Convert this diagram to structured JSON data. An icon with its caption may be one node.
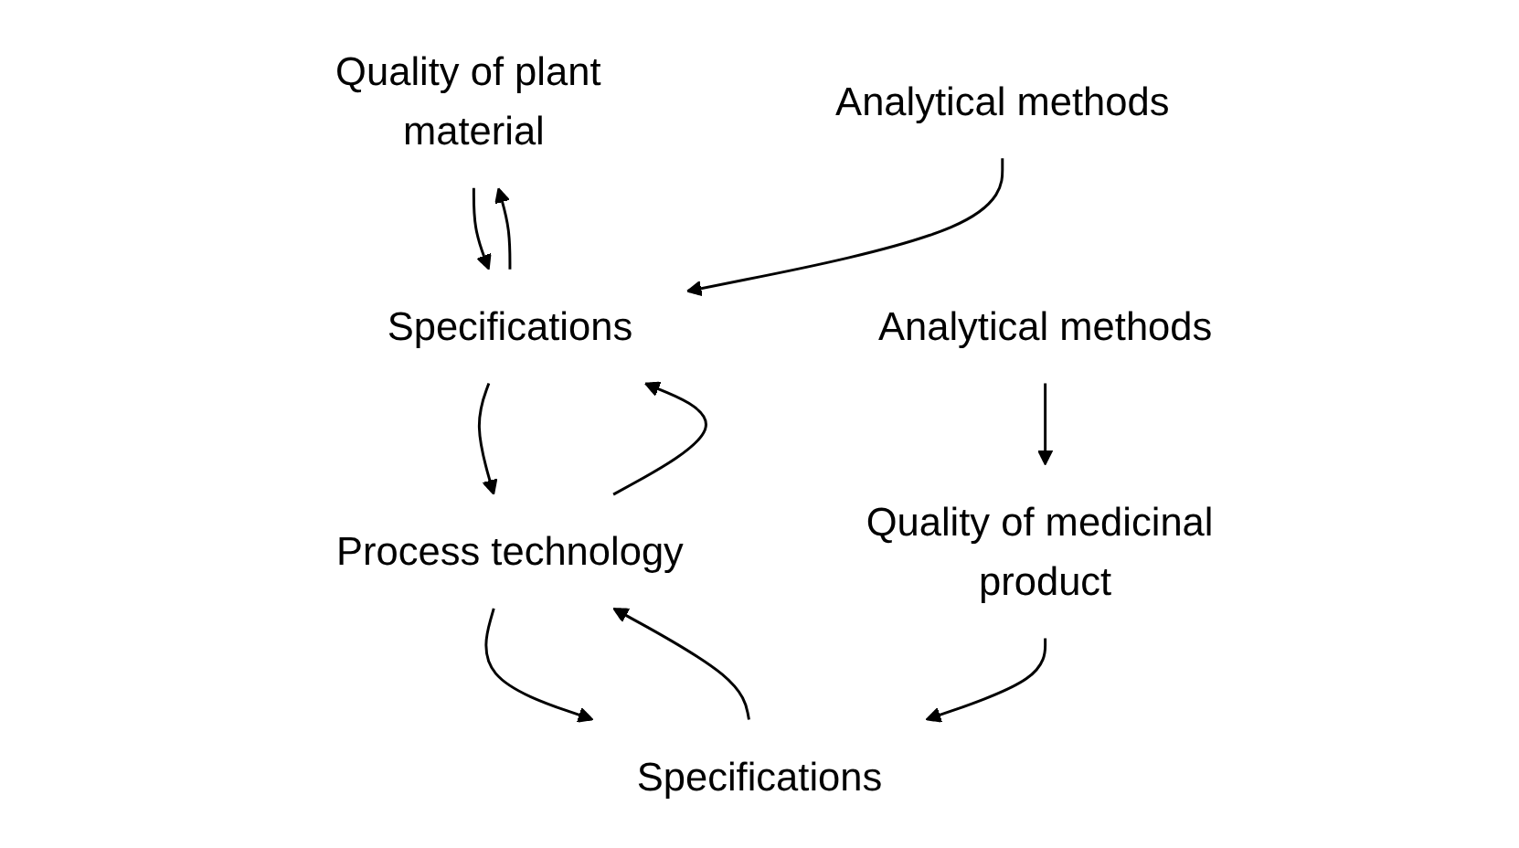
{
  "diagram": {
    "nodes": [
      {
        "text": [
          "Quality of plant material"
        ]
      },
      {
        "text": [
          "Specifications"
        ]
      },
      {
        "text": [
          "Process technology"
        ]
      },
      {
        "text": [
          "Specifications"
        ]
      },
      {
        "text": [
          "Quality of medicinal product"
        ]
      },
      {
        "text": [
          "Analytical methods"
        ]
      },
      {
        "text": [
          "Analytical methods"
        ]
      }
    ],
    "edges": [
      {
        "from": 1,
        "to": 0,
        "arrow": "to"
      },
      {
        "from": 0,
        "to": 1,
        "arrow": "to"
      },
      {
        "from": 2,
        "to": 1,
        "arrow": "to"
      },
      {
        "from": 1,
        "to": 2,
        "arrow": "to"
      },
      {
        "from": 3,
        "to": 2,
        "arrow": "to"
      },
      {
        "from": 2,
        "to": 3,
        "arrow": "to"
      },
      {
        "from": 4,
        "to": 3,
        "arrow": "to"
      },
      {
        "from": 5,
        "to": 1,
        "arrow": "to"
      },
      {
        "from": 6,
        "to": 4,
        "arrow": "to"
      }
    ]
  }
}
